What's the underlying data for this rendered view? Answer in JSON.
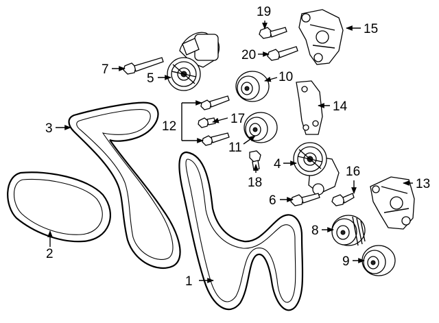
{
  "diagram": {
    "labels": [
      {
        "id": "1",
        "text": "1"
      },
      {
        "id": "2",
        "text": "2"
      },
      {
        "id": "3",
        "text": "3"
      },
      {
        "id": "4",
        "text": "4"
      },
      {
        "id": "5",
        "text": "5"
      },
      {
        "id": "6",
        "text": "6"
      },
      {
        "id": "7",
        "text": "7"
      },
      {
        "id": "8",
        "text": "8"
      },
      {
        "id": "9",
        "text": "9"
      },
      {
        "id": "10",
        "text": "10"
      },
      {
        "id": "11",
        "text": "11"
      },
      {
        "id": "12",
        "text": "12"
      },
      {
        "id": "13",
        "text": "13"
      },
      {
        "id": "14",
        "text": "14"
      },
      {
        "id": "15",
        "text": "15"
      },
      {
        "id": "16",
        "text": "16"
      },
      {
        "id": "17",
        "text": "17"
      },
      {
        "id": "18",
        "text": "18"
      },
      {
        "id": "19",
        "text": "19"
      },
      {
        "id": "20",
        "text": "20"
      }
    ],
    "parts": [
      {
        "callout": "1",
        "icon": "serpentine-belt-icon"
      },
      {
        "callout": "2",
        "icon": "oval-belt-icon"
      },
      {
        "callout": "3",
        "icon": "serpentine-belt-icon"
      },
      {
        "callout": "4",
        "icon": "belt-tensioner-icon"
      },
      {
        "callout": "5",
        "icon": "belt-tensioner-icon"
      },
      {
        "callout": "6",
        "icon": "bolt-icon"
      },
      {
        "callout": "7",
        "icon": "bolt-icon"
      },
      {
        "callout": "8",
        "icon": "grooved-pulley-icon"
      },
      {
        "callout": "9",
        "icon": "idler-pulley-icon"
      },
      {
        "callout": "10",
        "icon": "idler-pulley-icon"
      },
      {
        "callout": "11",
        "icon": "idler-pulley-icon"
      },
      {
        "callout": "12",
        "icon": "bolt-icon"
      },
      {
        "callout": "13",
        "icon": "bracket-icon"
      },
      {
        "callout": "14",
        "icon": "bracket-icon"
      },
      {
        "callout": "15",
        "icon": "bracket-icon"
      },
      {
        "callout": "16",
        "icon": "bolt-icon"
      },
      {
        "callout": "17",
        "icon": "bolt-icon"
      },
      {
        "callout": "18",
        "icon": "bolt-icon"
      },
      {
        "callout": "19",
        "icon": "bolt-icon"
      },
      {
        "callout": "20",
        "icon": "bolt-icon"
      }
    ]
  }
}
